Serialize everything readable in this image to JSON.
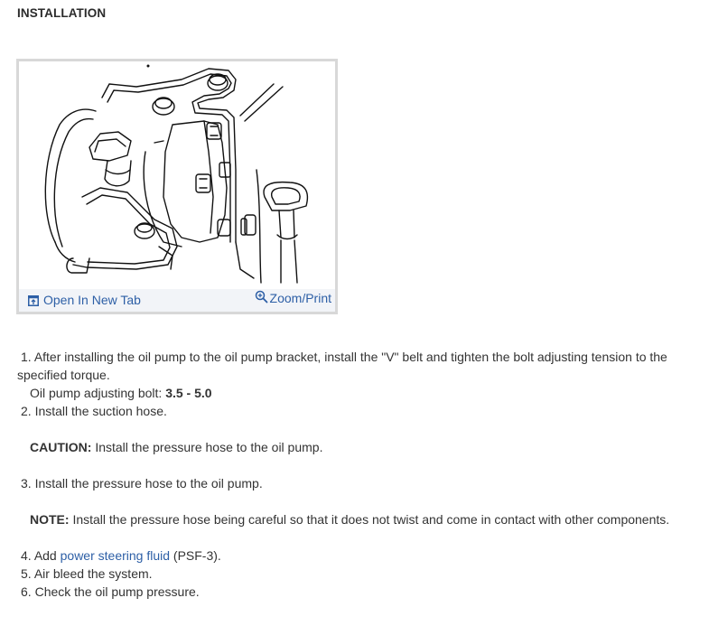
{
  "section": {
    "heading": "INSTALLATION"
  },
  "figure": {
    "illustration_desc": "Line drawing of power steering oil pump mounted on bracket with bolts and pressure hose",
    "footer": {
      "open_tab_icon": "open-in-new-tab-icon",
      "open_tab_label": "Open In New Tab",
      "zoom_icon": "magnifier-plus-icon",
      "zoom_label": "Zoom/Print"
    }
  },
  "steps": {
    "step1": {
      "number": "1.",
      "text": "After installing the oil pump to the oil pump bracket, install the \"V\" belt and tighten the bolt adjusting tension to the specified torque.",
      "spec_label": "Oil pump adjusting bolt:",
      "spec_value": "3.5 - 5.0"
    },
    "step2": {
      "number": "2.",
      "text": "Install the suction hose."
    },
    "caution": {
      "label": "CAUTION:",
      "text": "Install the pressure hose to the oil pump."
    },
    "step3": {
      "number": "3.",
      "text": "Install the pressure hose to the oil pump."
    },
    "note": {
      "label": "NOTE:",
      "text": "Install the pressure hose being careful so that it does not twist and come in contact with other components."
    },
    "step4": {
      "number": "4.",
      "prefix": "Add",
      "link": "power steering fluid",
      "suffix": "(PSF-3)."
    },
    "step5": {
      "number": "5.",
      "text": "Air bleed the system."
    },
    "step6": {
      "number": "6.",
      "text": "Check the oil pump pressure."
    }
  },
  "colors": {
    "link": "#2d5fa6",
    "text": "#333333",
    "footer_bg": "#f2f4f8",
    "frame_border": "#d8d8d8"
  }
}
